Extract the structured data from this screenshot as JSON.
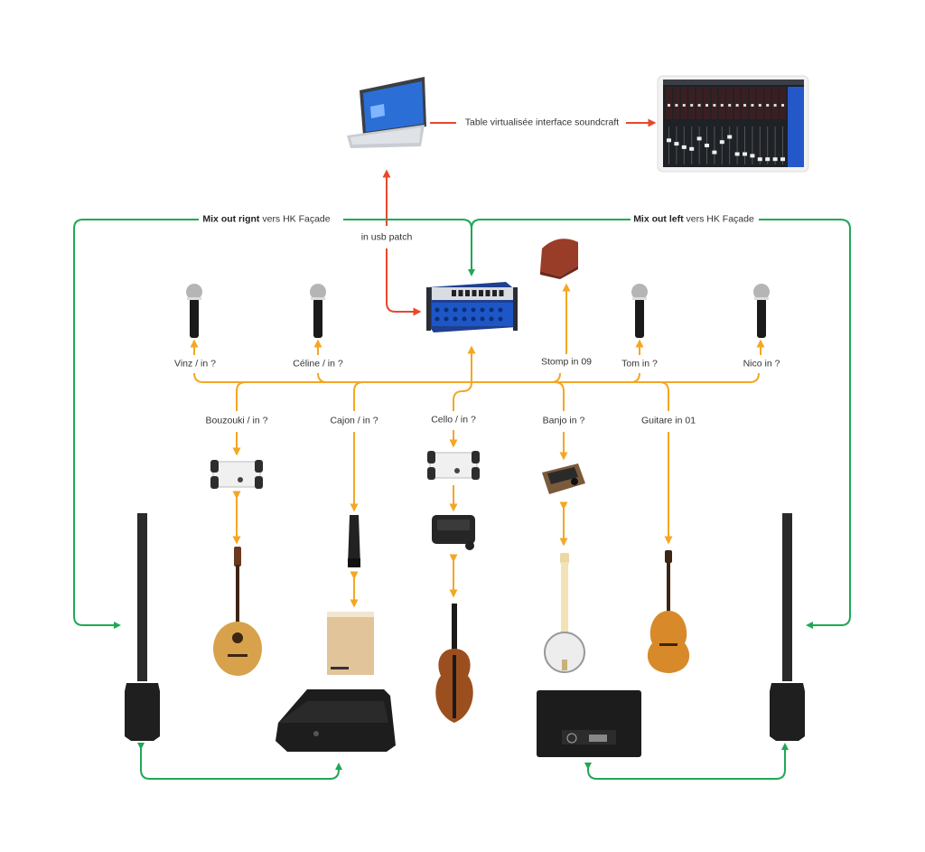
{
  "colors": {
    "green": "#1fa855",
    "orange": "#f5a623",
    "red": "#e8492a",
    "text": "#333333"
  },
  "labels": {
    "virtual_table": "Table virtualisée interface soundcraft",
    "usb_patch": "in usb patch",
    "mix_right_bold": "Mix out rignt",
    "mix_right_rest": " vers HK Façade",
    "mix_left_bold": "Mix out left",
    "mix_left_rest": " vers HK Façade"
  },
  "mics": [
    {
      "name": "vinz",
      "label": "Vinz / in ?"
    },
    {
      "name": "celine",
      "label": "Céline / in ?"
    },
    {
      "name": "tom",
      "label": "Tom in ?"
    },
    {
      "name": "nico",
      "label": "Nico in ?"
    }
  ],
  "stomp": {
    "label": "Stomp in 09"
  },
  "instruments": [
    {
      "name": "bouzouki",
      "label": "Bouzouki / in ?",
      "chain": [
        "di-box",
        "bouzouki"
      ]
    },
    {
      "name": "cajon",
      "label": "Cajon / in ?",
      "chain": [
        "cajon-mic",
        "cajon"
      ]
    },
    {
      "name": "cello",
      "label": "Cello  / in ?",
      "chain": [
        "di-box",
        "preamp",
        "cello"
      ]
    },
    {
      "name": "banjo",
      "label": "Banjo in ?",
      "chain": [
        "banjo-preamp",
        "banjo"
      ]
    },
    {
      "name": "guitare",
      "label": "Guitare in 01",
      "chain": [
        "guitar"
      ]
    }
  ],
  "devices": {
    "laptop": "Laptop",
    "mixer_app": "Soundcraft UI mixer screen",
    "stagebox": "Soundcraft Ui24R mixer",
    "speakers": [
      "HK column speaker left",
      "HK column speaker right"
    ],
    "monitors": [
      "Floor monitor left",
      "Floor monitor right ASM"
    ]
  }
}
